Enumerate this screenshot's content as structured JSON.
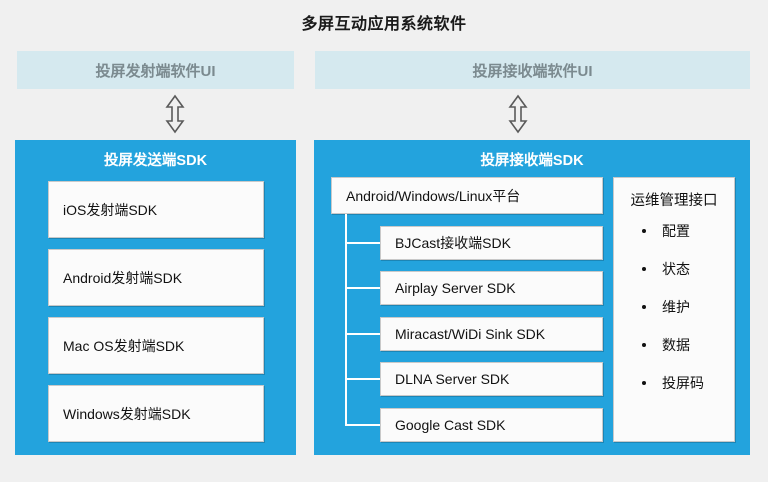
{
  "page": {
    "title": "多屏互动应用系统软件",
    "background_color": "#f0f0f0",
    "accent_color": "#23a3dd",
    "header_bar_color": "#d5e9ef"
  },
  "ui_bars": {
    "sender": "投屏发射端软件UI",
    "receiver": "投屏接收端软件UI"
  },
  "arrows": {
    "sender": "double-arrow-vertical",
    "receiver": "double-arrow-vertical"
  },
  "sender_panel": {
    "title": "投屏发送端SDK",
    "items": [
      {
        "label": "iOS发射端SDK"
      },
      {
        "label": "Android发射端SDK"
      },
      {
        "label": "Mac OS发射端SDK"
      },
      {
        "label": "Windows发射端SDK"
      }
    ]
  },
  "receiver_panel": {
    "title": "投屏接收端SDK",
    "platform": "Android/Windows/Linux平台",
    "sdk_items": [
      {
        "label": "BJCast接收端SDK"
      },
      {
        "label": "Airplay Server SDK"
      },
      {
        "label": "Miracast/WiDi Sink SDK"
      },
      {
        "label": "DLNA Server SDK"
      },
      {
        "label": "Google Cast SDK"
      }
    ],
    "ops": {
      "title": "运维管理接口",
      "items": [
        {
          "label": "配置"
        },
        {
          "label": "状态"
        },
        {
          "label": "维护"
        },
        {
          "label": "数据"
        },
        {
          "label": "投屏码"
        }
      ]
    }
  }
}
